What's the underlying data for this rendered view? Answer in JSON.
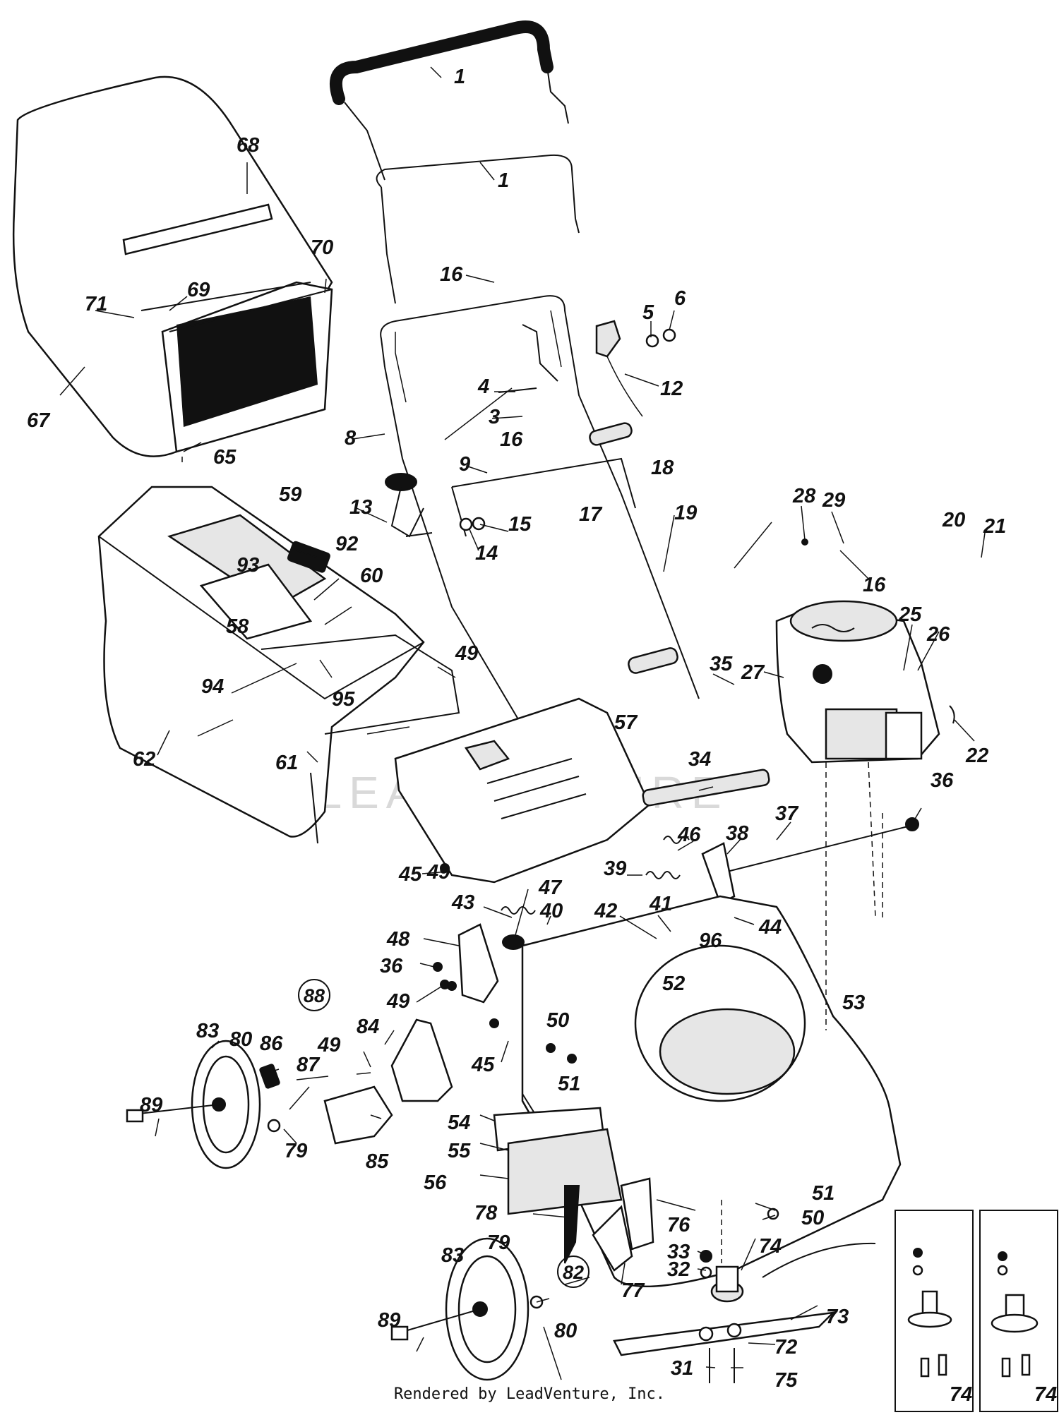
{
  "footer": "Rendered by LeadVenture, Inc.",
  "watermark": "LEADVENTURE",
  "callouts": [
    {
      "id": "1",
      "label": "1",
      "target": "upper-handle"
    },
    {
      "id": "1b",
      "label": "1",
      "target": "upper-handle"
    },
    {
      "id": "3",
      "label": "3",
      "target": "cable-clip"
    },
    {
      "id": "4",
      "label": "4",
      "target": "bolt"
    },
    {
      "id": "5",
      "label": "5",
      "target": "washer"
    },
    {
      "id": "6",
      "label": "6",
      "target": "nut"
    },
    {
      "id": "8",
      "label": "8",
      "target": "lower-handle"
    },
    {
      "id": "9",
      "label": "9",
      "target": "handle-crossbar"
    },
    {
      "id": "12",
      "label": "12",
      "target": "throttle-control"
    },
    {
      "id": "13",
      "label": "13",
      "target": "handle-knob"
    },
    {
      "id": "14",
      "label": "14",
      "target": "washer"
    },
    {
      "id": "15",
      "label": "15",
      "target": "nut"
    },
    {
      "id": "16a",
      "label": "16",
      "target": "control-cable"
    },
    {
      "id": "16b",
      "label": "16",
      "target": "control-cable"
    },
    {
      "id": "16c",
      "label": "16",
      "target": "control-cable"
    },
    {
      "id": "17",
      "label": "17",
      "target": "cable-tie"
    },
    {
      "id": "18",
      "label": "18",
      "target": "bolt"
    },
    {
      "id": "19",
      "label": "19",
      "target": "lower-handle"
    },
    {
      "id": "20",
      "label": "20",
      "target": "clip"
    },
    {
      "id": "21",
      "label": "21",
      "target": "screw"
    },
    {
      "id": "22",
      "label": "22",
      "target": "spark-plug-boot"
    },
    {
      "id": "25",
      "label": "25",
      "target": "engine-part"
    },
    {
      "id": "26",
      "label": "26",
      "target": "engine-part"
    },
    {
      "id": "27",
      "label": "27",
      "target": "engine"
    },
    {
      "id": "28",
      "label": "28",
      "target": "screw"
    },
    {
      "id": "29",
      "label": "29",
      "target": "cable-clamp"
    },
    {
      "id": "31",
      "label": "31",
      "target": "bolt"
    },
    {
      "id": "32",
      "label": "32",
      "target": "washer"
    },
    {
      "id": "33",
      "label": "33",
      "target": "nut"
    },
    {
      "id": "34",
      "label": "34",
      "target": "rear-shaft"
    },
    {
      "id": "35",
      "label": "35",
      "target": "cotter-pin"
    },
    {
      "id": "36a",
      "label": "36",
      "target": "nut"
    },
    {
      "id": "36b",
      "label": "36",
      "target": "nut"
    },
    {
      "id": "37",
      "label": "37",
      "target": "link-rod"
    },
    {
      "id": "38",
      "label": "38",
      "target": "bracket"
    },
    {
      "id": "39",
      "label": "39",
      "target": "spring"
    },
    {
      "id": "40",
      "label": "40",
      "target": "bolt"
    },
    {
      "id": "41",
      "label": "41",
      "target": "bolt"
    },
    {
      "id": "42",
      "label": "42",
      "target": "nut"
    },
    {
      "id": "43",
      "label": "43",
      "target": "spring"
    },
    {
      "id": "44",
      "label": "44",
      "target": "bracket"
    },
    {
      "id": "45a",
      "label": "45",
      "target": "screw"
    },
    {
      "id": "45b",
      "label": "45",
      "target": "screw"
    },
    {
      "id": "46",
      "label": "46",
      "target": "spring"
    },
    {
      "id": "47",
      "label": "47",
      "target": "knob"
    },
    {
      "id": "48",
      "label": "48",
      "target": "height-adjust-plate"
    },
    {
      "id": "49a",
      "label": "49",
      "target": "screw"
    },
    {
      "id": "49b",
      "label": "49",
      "target": "screw"
    },
    {
      "id": "49c",
      "label": "49",
      "target": "screw"
    },
    {
      "id": "49d",
      "label": "49",
      "target": "screw"
    },
    {
      "id": "50a",
      "label": "50",
      "target": "washer"
    },
    {
      "id": "50b",
      "label": "50",
      "target": "washer"
    },
    {
      "id": "51a",
      "label": "51",
      "target": "nut"
    },
    {
      "id": "51b",
      "label": "51",
      "target": "nut"
    },
    {
      "id": "52",
      "label": "52",
      "target": "engine-mount"
    },
    {
      "id": "53",
      "label": "53",
      "target": "deck"
    },
    {
      "id": "54",
      "label": "54",
      "target": "rear-baffle"
    },
    {
      "id": "55",
      "label": "55",
      "target": "rear-flap"
    },
    {
      "id": "56",
      "label": "56",
      "target": "flap-bracket"
    },
    {
      "id": "57",
      "label": "57",
      "target": "rear-door"
    },
    {
      "id": "58",
      "label": "58",
      "target": "bag-cover-panel"
    },
    {
      "id": "59",
      "label": "59",
      "target": "bag-cover"
    },
    {
      "id": "60",
      "label": "60",
      "target": "bag-cover-frame"
    },
    {
      "id": "61",
      "label": "61",
      "target": "hook"
    },
    {
      "id": "62",
      "label": "62",
      "target": "bag"
    },
    {
      "id": "65",
      "label": "65",
      "target": "washer"
    },
    {
      "id": "67",
      "label": "67",
      "target": "grass-bag"
    },
    {
      "id": "68",
      "label": "68",
      "target": "bag-handle"
    },
    {
      "id": "69",
      "label": "69",
      "target": "bag-frame"
    },
    {
      "id": "70",
      "label": "70",
      "target": "bag-frame-clip"
    },
    {
      "id": "71",
      "label": "71",
      "target": "clip"
    },
    {
      "id": "72",
      "label": "72",
      "target": "washer"
    },
    {
      "id": "73",
      "label": "73",
      "target": "blade"
    },
    {
      "id": "74a",
      "label": "74",
      "target": "blade-adapter"
    },
    {
      "id": "74b",
      "label": "74",
      "target": "blade-adapter"
    },
    {
      "id": "74c",
      "label": "74",
      "target": "blade-adapter"
    },
    {
      "id": "75",
      "label": "75",
      "target": "blade-bolt"
    },
    {
      "id": "76",
      "label": "76",
      "target": "front-bracket"
    },
    {
      "id": "77",
      "label": "77",
      "target": "front-plate"
    },
    {
      "id": "78",
      "label": "78",
      "target": "height-lever"
    },
    {
      "id": "79a",
      "label": "79",
      "target": "bolt"
    },
    {
      "id": "79b",
      "label": "79",
      "target": "bolt"
    },
    {
      "id": "80a",
      "label": "80",
      "target": "washer"
    },
    {
      "id": "80b",
      "label": "80",
      "target": "washer"
    },
    {
      "id": "82",
      "label": "82",
      "target": "note"
    },
    {
      "id": "83a",
      "label": "83",
      "target": "wheel"
    },
    {
      "id": "83b",
      "label": "83",
      "target": "wheel"
    },
    {
      "id": "84",
      "label": "84",
      "target": "gear-plate"
    },
    {
      "id": "85",
      "label": "85",
      "target": "wheel-bracket"
    },
    {
      "id": "86",
      "label": "86",
      "target": "knob"
    },
    {
      "id": "87",
      "label": "87",
      "target": "height-lever"
    },
    {
      "id": "88",
      "label": "88",
      "target": "note"
    },
    {
      "id": "89a",
      "label": "89",
      "target": "wheel-bolt"
    },
    {
      "id": "89b",
      "label": "89",
      "target": "wheel-bolt"
    },
    {
      "id": "92",
      "label": "92",
      "target": "latch"
    },
    {
      "id": "93",
      "label": "93",
      "target": "washer"
    },
    {
      "id": "94",
      "label": "94",
      "target": "washer"
    },
    {
      "id": "95",
      "label": "95",
      "target": "nut"
    },
    {
      "id": "96",
      "label": "96",
      "target": "clip"
    }
  ]
}
